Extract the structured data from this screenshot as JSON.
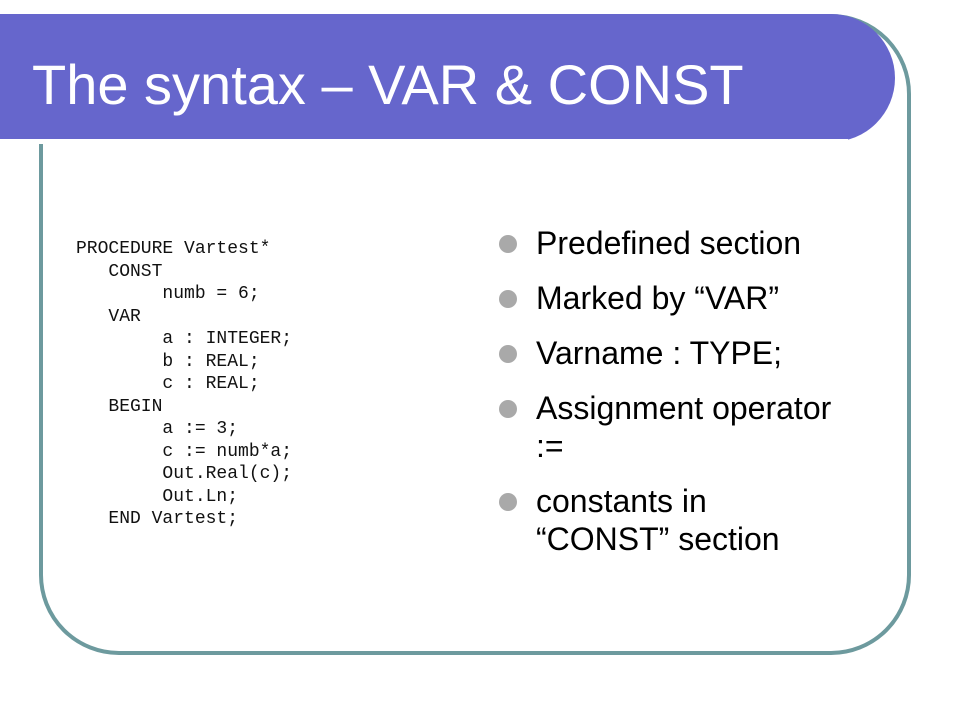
{
  "slide": {
    "title": "The syntax – VAR & CONST"
  },
  "code": {
    "lines": [
      "PROCEDURE Vartest*",
      "   CONST",
      "        numb = 6;",
      "   VAR",
      "        a : INTEGER;",
      "        b : REAL;",
      "        c : REAL;",
      "   BEGIN",
      "        a := 3;",
      "        c := numb*a;",
      "        Out.Real(c);",
      "        Out.Ln;",
      "   END Vartest;"
    ]
  },
  "bullets": [
    {
      "lines": [
        "Predefined section"
      ]
    },
    {
      "lines": [
        "Marked by “VAR”"
      ]
    },
    {
      "lines": [
        "Varname : TYPE;"
      ]
    },
    {
      "lines": [
        "Assignment operator",
        " :="
      ]
    },
    {
      "lines": [
        "constants in",
        "“CONST” section"
      ]
    }
  ],
  "colors": {
    "title_bar": "#6666cc",
    "frame_border": "#6d9a9e",
    "bullet_dot": "#a9a9a9",
    "title_text": "#ffffff"
  }
}
